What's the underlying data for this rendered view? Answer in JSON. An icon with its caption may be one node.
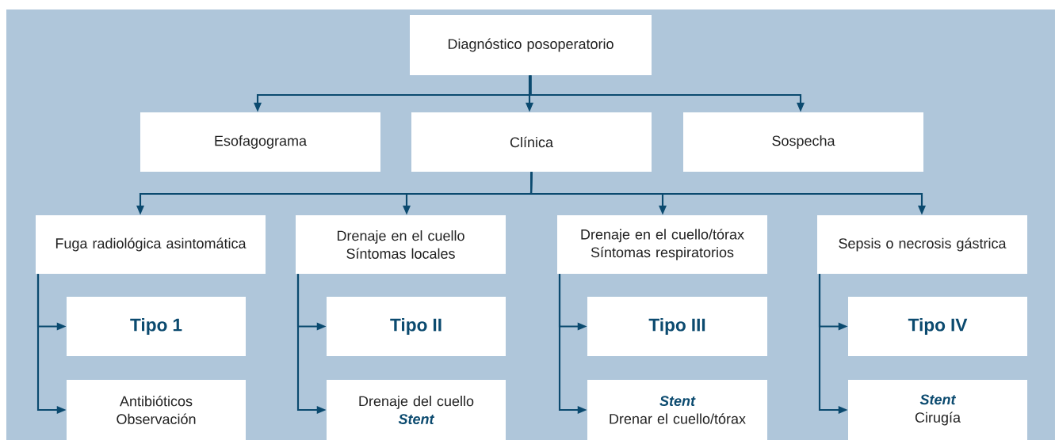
{
  "diagram": {
    "nodes": [
      {
        "text": [
          "Diagnóstico posoperatorio"
        ]
      },
      {
        "text": [
          "Esofagograma"
        ]
      },
      {
        "text": [
          "Clínica"
        ]
      },
      {
        "text": [
          "Sospecha"
        ]
      },
      {
        "text": [
          "Fuga radiológica asintomática"
        ]
      },
      {
        "text": [
          "Tipo 1"
        ]
      },
      {
        "text": [
          "Antibióticos",
          "Observación"
        ]
      },
      {
        "text": [
          "Drenaje en el cuello",
          "Síntomas locales"
        ]
      },
      {
        "text": [
          "Tipo II"
        ]
      },
      {
        "text": [
          "Drenaje del cuello",
          "Stent"
        ]
      },
      {
        "text": [
          "Drenaje en el cuello/tórax",
          "Síntomas respiratorios"
        ]
      },
      {
        "text": [
          "Tipo III"
        ]
      },
      {
        "text": [
          "Stent",
          "Drenar el cuello/tórax"
        ]
      },
      {
        "text": [
          "Sepsis o necrosis gástrica"
        ]
      },
      {
        "text": [
          "Tipo IV"
        ]
      },
      {
        "text": [
          "Stent",
          "Cirugía"
        ]
      }
    ],
    "edges": [
      {
        "from": 0,
        "to": 1,
        "arrow": "to"
      },
      {
        "from": 0,
        "to": 2,
        "arrow": "to"
      },
      {
        "from": 0,
        "to": 3,
        "arrow": "to"
      },
      {
        "from": 2,
        "to": 4,
        "arrow": "to"
      },
      {
        "from": 2,
        "to": 7,
        "arrow": "to"
      },
      {
        "from": 2,
        "to": 10,
        "arrow": "to"
      },
      {
        "from": 2,
        "to": 13,
        "arrow": "to"
      },
      {
        "from": 4,
        "to": 5,
        "arrow": "to"
      },
      {
        "from": 4,
        "to": 6,
        "arrow": "to"
      },
      {
        "from": 7,
        "to": 8,
        "arrow": "to"
      },
      {
        "from": 7,
        "to": 9,
        "arrow": "to"
      },
      {
        "from": 10,
        "to": 11,
        "arrow": "to"
      },
      {
        "from": 10,
        "to": 12,
        "arrow": "to"
      },
      {
        "from": 13,
        "to": 14,
        "arrow": "to"
      },
      {
        "from": 13,
        "to": 15,
        "arrow": "to"
      }
    ]
  }
}
